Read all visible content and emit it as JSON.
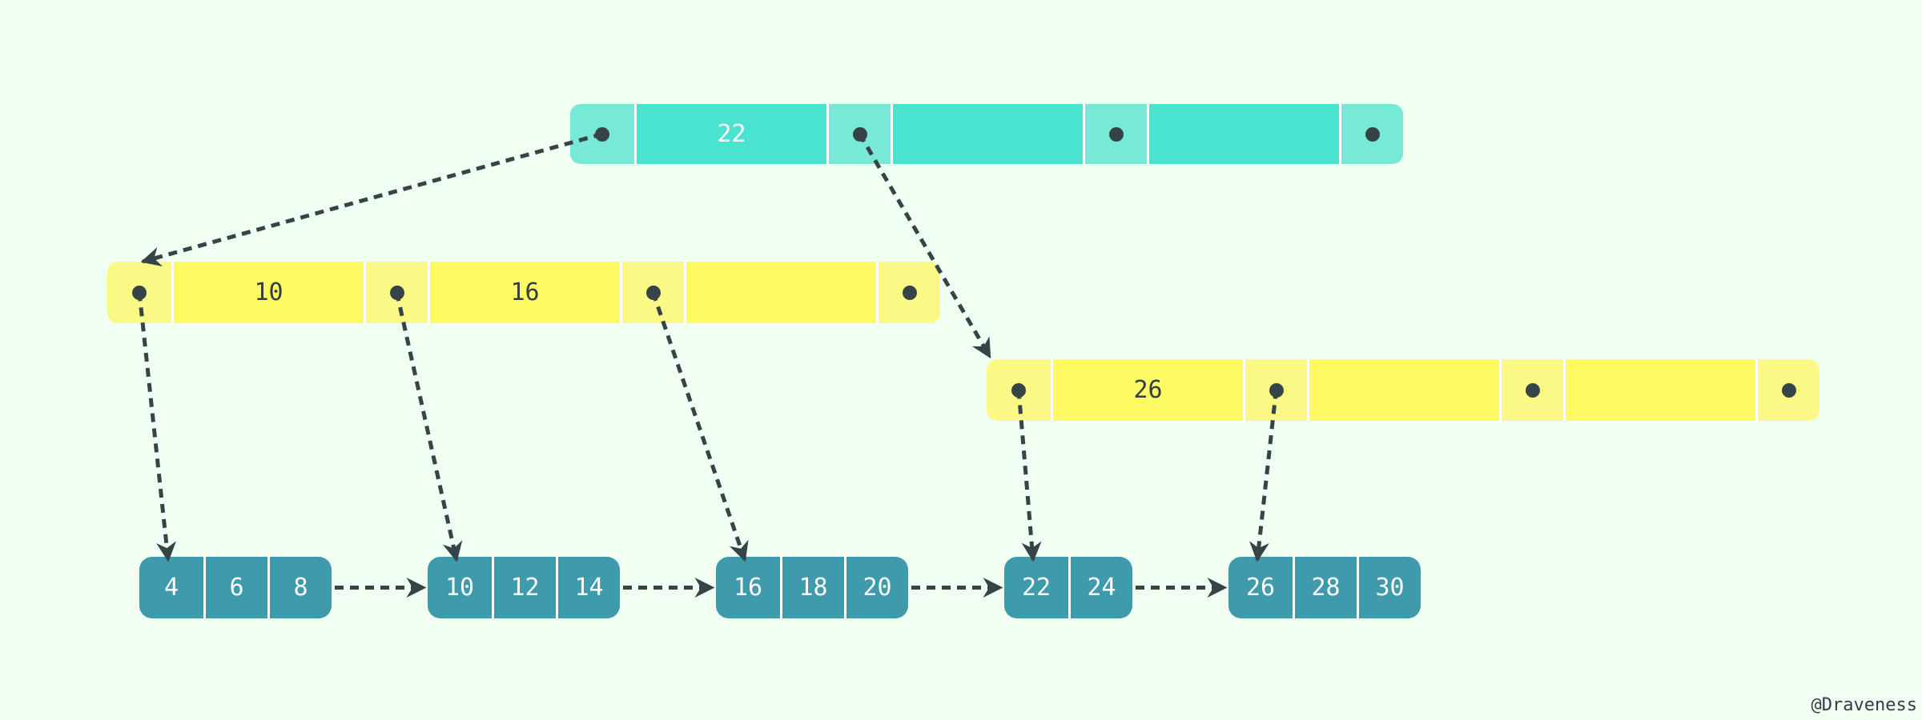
{
  "diagram": {
    "root": {
      "keys": [
        "22",
        "",
        ""
      ]
    },
    "internal": [
      {
        "keys": [
          "10",
          "16",
          ""
        ]
      },
      {
        "keys": [
          "26",
          "",
          ""
        ]
      }
    ],
    "leaves": [
      {
        "keys": [
          "4",
          "6",
          "8"
        ]
      },
      {
        "keys": [
          "10",
          "12",
          "14"
        ]
      },
      {
        "keys": [
          "16",
          "18",
          "20"
        ]
      },
      {
        "keys": [
          "22",
          "24"
        ]
      },
      {
        "keys": [
          "26",
          "28",
          "30"
        ]
      }
    ],
    "colors": {
      "background": "#f0fff2",
      "root_key": "#4ae3cf",
      "root_pointer": "#78e9d6",
      "internal_key": "#fdfa63",
      "internal_pointer": "#fbf986",
      "leaf": "#3f9aab",
      "arrow": "#364448"
    }
  },
  "credit": "@Draveness"
}
